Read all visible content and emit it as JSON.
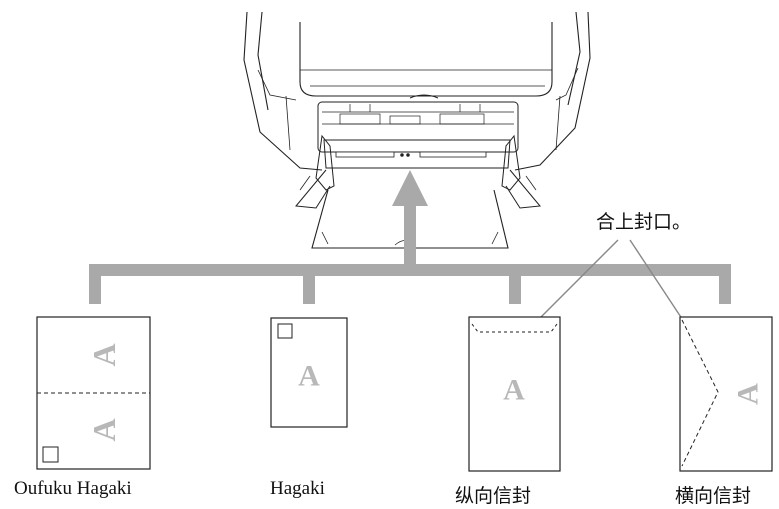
{
  "callout": {
    "text": "合上封口。"
  },
  "media": [
    {
      "id": "oufuku",
      "label": "Oufuku Hagaki",
      "glyph": "A"
    },
    {
      "id": "hagaki",
      "label": "Hagaki",
      "glyph": "A"
    },
    {
      "id": "envelope-portrait",
      "label": "纵向信封",
      "glyph": "A"
    },
    {
      "id": "envelope-landscape",
      "label": "横向信封",
      "glyph": "A"
    }
  ],
  "colors": {
    "branch": "#a9a9a9",
    "outline": "#222222",
    "glyph": "#b8b8b8"
  }
}
